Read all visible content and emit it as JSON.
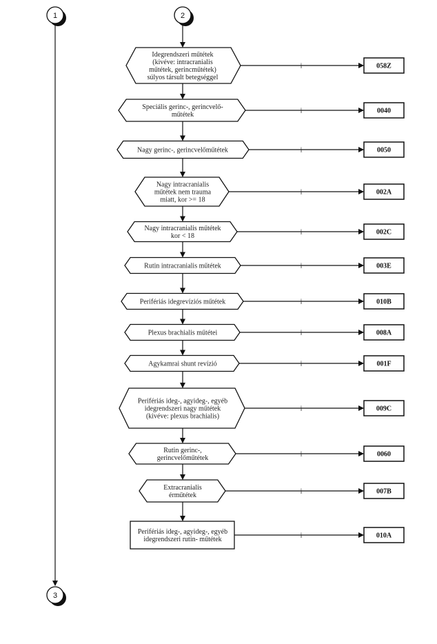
{
  "connectors": [
    "1",
    "2",
    "3"
  ],
  "branch_label": "i",
  "steps": [
    {
      "lines": [
        "Idegrendszeri műtétek",
        "(kivéve: intracranialis",
        "műtétek, gerincműtétek)",
        "súlyos társult betegséggel"
      ],
      "code": "058Z",
      "shape": "hexagon"
    },
    {
      "lines": [
        "Speciális gerinc-, gerincvelő-",
        "műtétek"
      ],
      "code": "0040",
      "shape": "hexagon"
    },
    {
      "lines": [
        "Nagy gerinc-, gerincvelőműtétek"
      ],
      "code": "0050",
      "shape": "hexagon"
    },
    {
      "lines": [
        "Nagy intracranialis",
        "műtétek nem trauma",
        "miatt, kor >= 18"
      ],
      "code": "002A",
      "shape": "hexagon"
    },
    {
      "lines": [
        "Nagy intracranialis műtétek",
        "kor < 18"
      ],
      "code": "002C",
      "shape": "hexagon"
    },
    {
      "lines": [
        "Rutin intracranialis műtétek"
      ],
      "code": "003E",
      "shape": "hexagon"
    },
    {
      "lines": [
        "Perifériás idegrevíziós műtétek"
      ],
      "code": "010B",
      "shape": "hexagon"
    },
    {
      "lines": [
        "Plexus brachialis műtétei"
      ],
      "code": "008A",
      "shape": "hexagon"
    },
    {
      "lines": [
        "Agykamrai shunt revízió"
      ],
      "code": "001F",
      "shape": "hexagon"
    },
    {
      "lines": [
        "Perifériás ideg-, agyideg-, egyéb",
        "idegrendszeri nagy műtétek",
        "(kivéve: plexus brachialis)"
      ],
      "code": "009C",
      "shape": "hexagon"
    },
    {
      "lines": [
        "Rutin gerinc-,",
        "gerincvelőműtétek"
      ],
      "code": "0060",
      "shape": "hexagon"
    },
    {
      "lines": [
        "Extracranialis",
        "érműtétek"
      ],
      "code": "007B",
      "shape": "hexagon"
    },
    {
      "lines": [
        "Perifériás ideg-, agyideg-, egyéb",
        "idegrendszeri rutin- műtétek"
      ],
      "code": "010A",
      "shape": "rect"
    }
  ]
}
